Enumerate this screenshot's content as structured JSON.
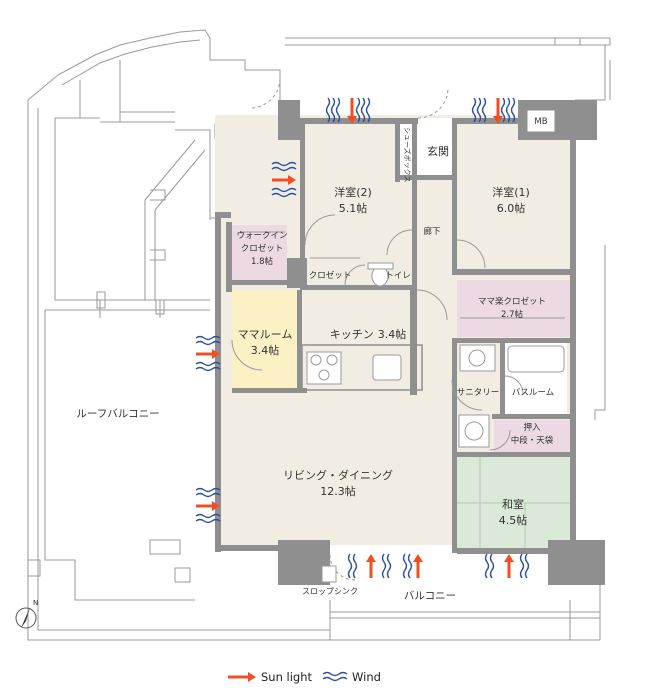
{
  "colors": {
    "wall": "#8f8f8f",
    "floor": "#f1ede3",
    "walk_in_closet": "#ecd9e3",
    "mama_closet": "#ecd9e3",
    "mama_room": "#fbf1c5",
    "washitsu": "#dbe9d8",
    "outline": "#9a9a9a",
    "sun_light": "#f04e23",
    "wind": "#2a4fa0"
  },
  "rooms": {
    "bedroom2": {
      "name": "洋室(2)",
      "size": "5.1帖"
    },
    "bedroom1": {
      "name": "洋室(1)",
      "size": "6.0帖"
    },
    "walk_in_closet": {
      "name_line1": "ウォークイン",
      "name_line2": "クロゼット",
      "size": "1.8帖"
    },
    "closet": {
      "name": "クロゼット"
    },
    "toilet": {
      "name": "トイレ"
    },
    "shoe_box": {
      "name": "シューズボックス"
    },
    "entrance": {
      "name": "玄関"
    },
    "hallway": {
      "name": "廊下"
    },
    "mama_closet": {
      "name": "ママ楽クロゼット",
      "size": "2.7帖"
    },
    "mama_room": {
      "name": "ママルーム",
      "size": "3.4帖"
    },
    "kitchen": {
      "name": "キッチン",
      "size": "3.4帖"
    },
    "sanitary": {
      "name": "サニタリー"
    },
    "bathroom": {
      "name": "バスルーム"
    },
    "storage": {
      "name_line1": "押入",
      "name_line2": "中段・天袋"
    },
    "living": {
      "name": "リビング・ダイニング",
      "size": "12.3帖"
    },
    "washitsu": {
      "name": "和室",
      "size": "4.5帖"
    }
  },
  "outside": {
    "roof_balcony": "ルーフバルコニー",
    "balcony": "バルコニー",
    "slop_sink": "スロップシンク",
    "mb": "MB",
    "north": "N"
  },
  "legend": {
    "sun_light": "Sun light",
    "wind": "Wind"
  }
}
